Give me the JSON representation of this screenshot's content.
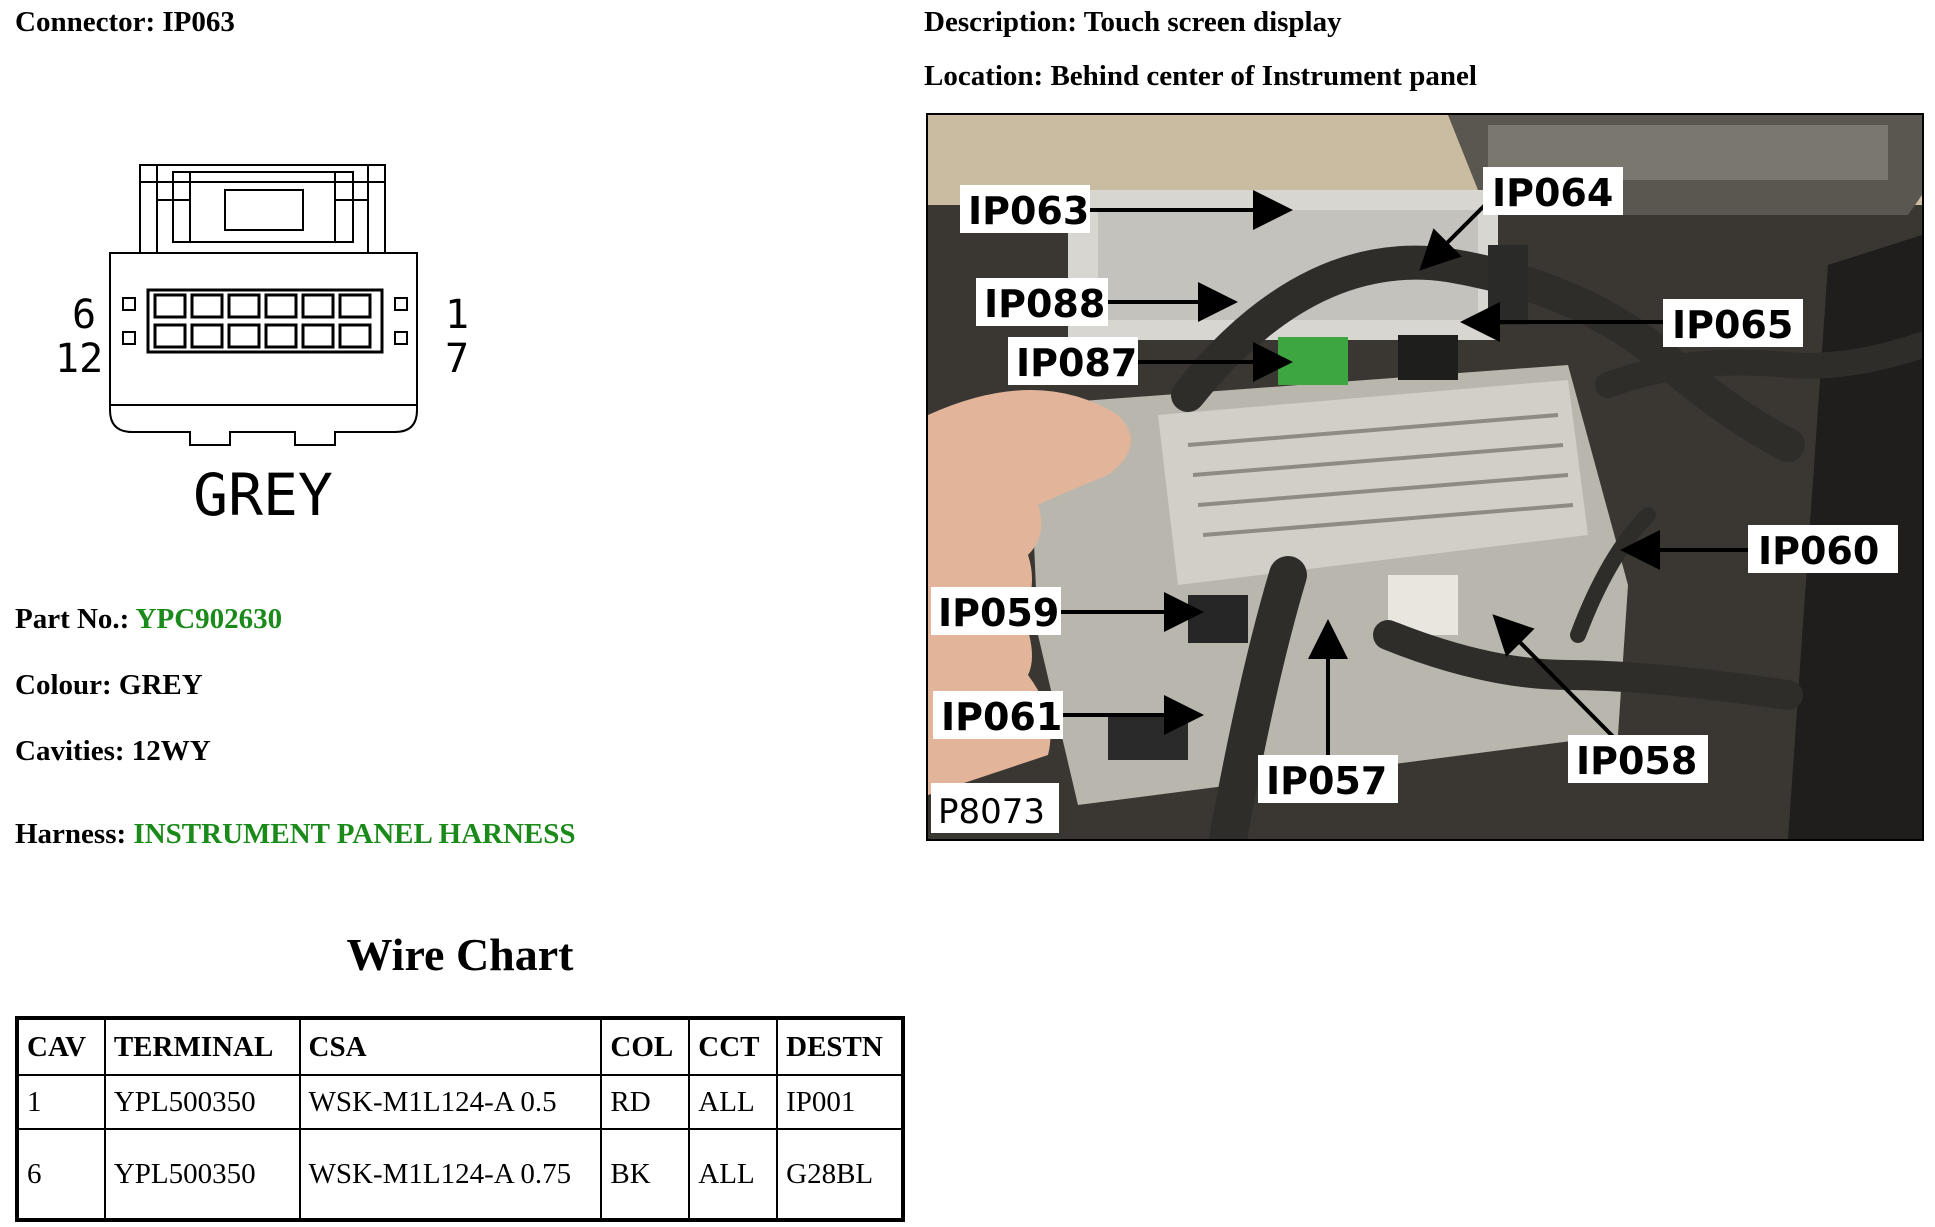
{
  "header": {
    "connector_label": "Connector:",
    "connector_value": "IP063",
    "description_label": "Description:",
    "description_value": "Touch screen display",
    "location_label": "Location:",
    "location_value": "Behind center of Instrument panel"
  },
  "connector_diagram": {
    "pin_left_top": "6",
    "pin_left_bottom": "12",
    "pin_right_top": "1",
    "pin_right_bottom": "7",
    "colour_text": "GREY"
  },
  "details": {
    "part_no_label": "Part No.:",
    "part_no_value": "YPC902630",
    "colour_label": "Colour:",
    "colour_value": "GREY",
    "cavities_label": "Cavities:",
    "cavities_value": "12WY",
    "harness_label": "Harness:",
    "harness_value": "INSTRUMENT PANEL HARNESS"
  },
  "photo": {
    "callouts": [
      "IP063",
      "IP064",
      "IP088",
      "IP065",
      "IP087",
      "IP060",
      "IP059",
      "IP061",
      "IP057",
      "IP058"
    ],
    "figure_id": "P8073"
  },
  "wire_chart": {
    "title": "Wire Chart",
    "columns": [
      "CAV",
      "TERMINAL",
      "CSA",
      "COL",
      "CCT",
      "DESTN"
    ],
    "rows": [
      [
        "1",
        "YPL500350",
        "WSK-M1L124-A 0.5",
        "RD",
        "ALL",
        "IP001"
      ],
      [
        "6",
        "YPL500350",
        "WSK-M1L124-A 0.75",
        "BK",
        "ALL",
        "G28BL"
      ]
    ]
  },
  "colors": {
    "link_green": "#1a8a1a"
  }
}
